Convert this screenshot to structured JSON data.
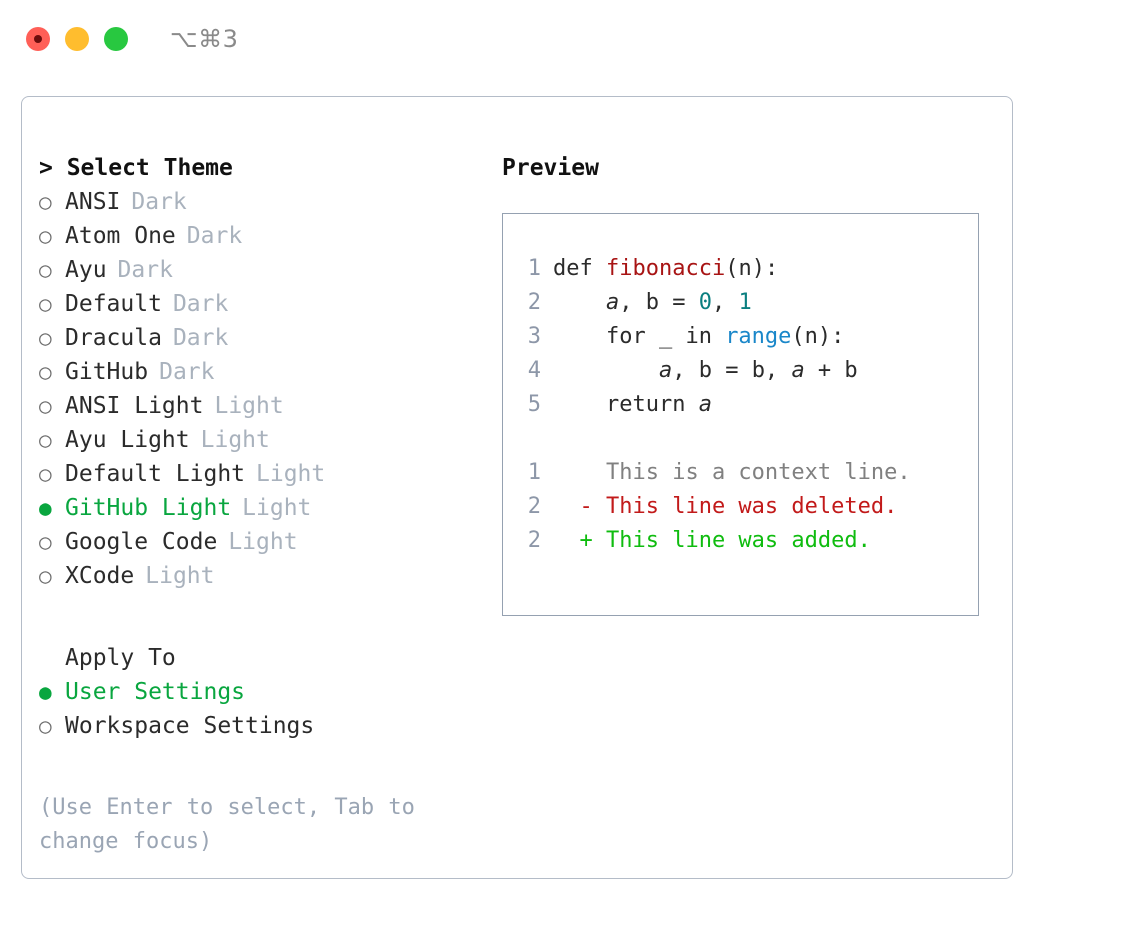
{
  "titlebar": {
    "shortcut": "⌥⌘3",
    "buttons": [
      {
        "name": "close",
        "color": "#ff5f57"
      },
      {
        "name": "minimize",
        "color": "#ffbd2e"
      },
      {
        "name": "zoom",
        "color": "#28c840"
      }
    ]
  },
  "colors": {
    "accent_green": "#09a63f",
    "muted": "#a9b2bd",
    "hint": "#9aa5b4",
    "border": "#b4bcc8",
    "preview_border": "#95a1b1",
    "func": "#a81414",
    "number": "#0b7f80",
    "builtin": "#1a87c9",
    "diff_add": "#0fbc0f",
    "diff_del": "#c21a1a",
    "diff_ctx": "#808080"
  },
  "theme_list": {
    "heading": "> Select Theme",
    "items": [
      {
        "bullet": "○",
        "name": "ANSI",
        "tag": "Dark",
        "selected": false
      },
      {
        "bullet": "○",
        "name": "Atom One",
        "tag": "Dark",
        "selected": false
      },
      {
        "bullet": "○",
        "name": "Ayu",
        "tag": "Dark",
        "selected": false
      },
      {
        "bullet": "○",
        "name": "Default",
        "tag": "Dark",
        "selected": false
      },
      {
        "bullet": "○",
        "name": "Dracula",
        "tag": "Dark",
        "selected": false
      },
      {
        "bullet": "○",
        "name": "GitHub",
        "tag": "Dark",
        "selected": false
      },
      {
        "bullet": "○",
        "name": "ANSI Light",
        "tag": "Light",
        "selected": false
      },
      {
        "bullet": "○",
        "name": "Ayu Light",
        "tag": "Light",
        "selected": false
      },
      {
        "bullet": "○",
        "name": "Default Light",
        "tag": "Light",
        "selected": false
      },
      {
        "bullet": "●",
        "name": "GitHub Light",
        "tag": "Light",
        "selected": true
      },
      {
        "bullet": "○",
        "name": "Google Code",
        "tag": "Light",
        "selected": false
      },
      {
        "bullet": "○",
        "name": "XCode",
        "tag": "Light",
        "selected": false
      }
    ]
  },
  "apply_to": {
    "heading": "Apply To",
    "items": [
      {
        "bullet": "●",
        "name": "User Settings",
        "selected": true
      },
      {
        "bullet": "○",
        "name": "Workspace Settings",
        "selected": false
      }
    ]
  },
  "hint": "(Use Enter to select, Tab to change focus)",
  "preview": {
    "label": "Preview",
    "code_lines": [
      {
        "no": "1",
        "segments": [
          {
            "t": "def ",
            "c": "plain"
          },
          {
            "t": "fibonacci",
            "c": "func"
          },
          {
            "t": "(n):",
            "c": "plain"
          }
        ]
      },
      {
        "no": "2",
        "segments": [
          {
            "t": "    ",
            "c": "plain"
          },
          {
            "t": "a",
            "c": "var"
          },
          {
            "t": ", ",
            "c": "plain"
          },
          {
            "t": "b",
            "c": "plain"
          },
          {
            "t": " = ",
            "c": "plain"
          },
          {
            "t": "0",
            "c": "num"
          },
          {
            "t": ", ",
            "c": "plain"
          },
          {
            "t": "1",
            "c": "num"
          }
        ]
      },
      {
        "no": "3",
        "segments": [
          {
            "t": "    for _ in ",
            "c": "plain"
          },
          {
            "t": "range",
            "c": "builtin"
          },
          {
            "t": "(n):",
            "c": "plain"
          }
        ]
      },
      {
        "no": "4",
        "segments": [
          {
            "t": "        ",
            "c": "plain"
          },
          {
            "t": "a",
            "c": "var"
          },
          {
            "t": ", b = b, ",
            "c": "plain"
          },
          {
            "t": "a",
            "c": "var"
          },
          {
            "t": " + b",
            "c": "plain"
          }
        ]
      },
      {
        "no": "5",
        "segments": [
          {
            "t": "    return ",
            "c": "plain"
          },
          {
            "t": "a",
            "c": "var"
          }
        ]
      }
    ],
    "diff_lines": [
      {
        "no": "1",
        "marker": " ",
        "text": "This is a context line.",
        "kind": "ctx"
      },
      {
        "no": "2",
        "marker": "-",
        "text": "This line was deleted.",
        "kind": "del"
      },
      {
        "no": "2",
        "marker": "+",
        "text": "This line was added.",
        "kind": "add"
      }
    ]
  }
}
